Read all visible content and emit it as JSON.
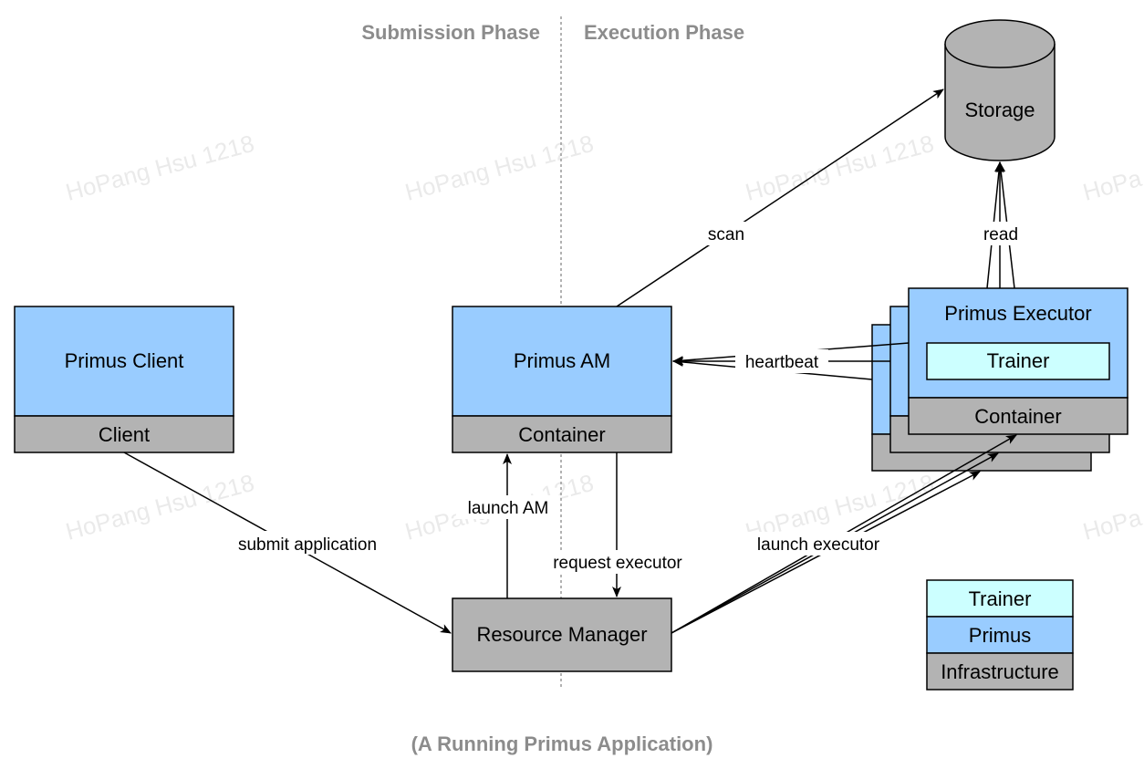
{
  "phases": {
    "submission": "Submission Phase",
    "execution": "Execution Phase"
  },
  "caption": "(A Running Primus Application)",
  "watermark": "HoPang Hsu 1218",
  "watermark_partial": "HoPa",
  "colors": {
    "primus": "#99ccff",
    "trainer": "#ccffff",
    "infrastructure": "#b3b3b3",
    "phase_text": "#8c8c8c",
    "watermark": "#d9d9d9"
  },
  "nodes": {
    "primus_client": "Primus Client",
    "client": "Client",
    "primus_am": "Primus AM",
    "am_container": "Container",
    "resource_manager": "Resource Manager",
    "storage": "Storage",
    "primus_executor": "Primus Executor",
    "executor_trainer": "Trainer",
    "executor_container": "Container"
  },
  "edges": {
    "submit": "submit application",
    "launch_am": "launch AM",
    "request_executor": "request executor",
    "launch_executor": "launch executor",
    "heartbeat": "heartbeat",
    "scan": "scan",
    "read": "read"
  },
  "legend": {
    "trainer": "Trainer",
    "primus": "Primus",
    "infrastructure": "Infrastructure"
  }
}
